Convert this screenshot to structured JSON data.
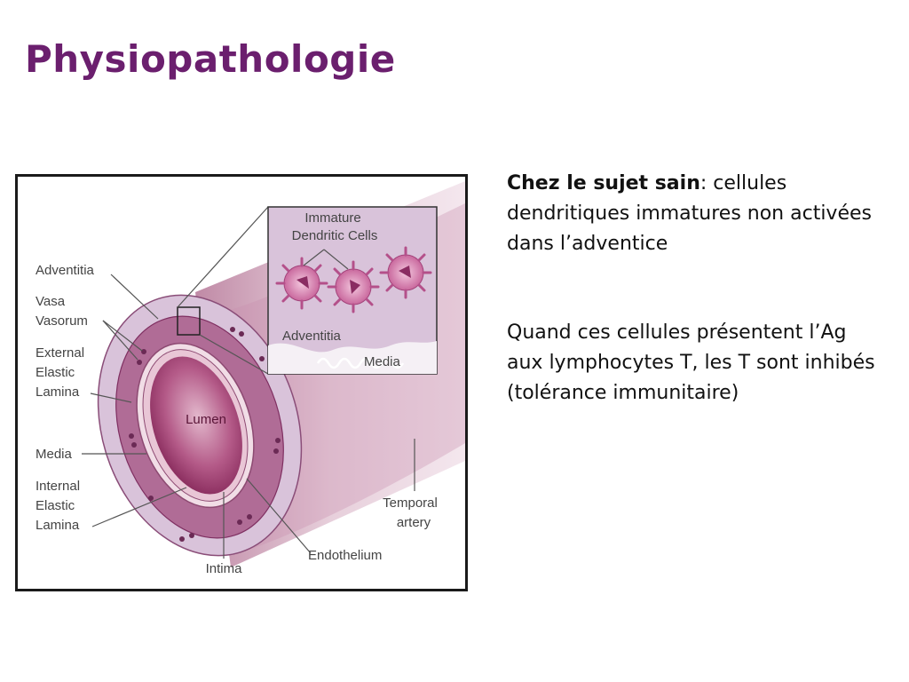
{
  "title": "Physiopathologie",
  "diagram": {
    "inset_title_line1": "Immature",
    "inset_title_line2": "Dendritic Cells",
    "inset_adventitia": "Adventitia",
    "inset_media": "Media",
    "labels": {
      "adventitia": "Adventitia",
      "vasa_line1": "Vasa",
      "vasa_line2": "Vasorum",
      "eel_line1": "External",
      "eel_line2": "Elastic",
      "eel_line3": "Lamina",
      "media": "Media",
      "iel_line1": "Internal",
      "iel_line2": "Elastic",
      "iel_line3": "Lamina",
      "intima": "Intima",
      "lumen": "Lumen",
      "endothelium": "Endothelium",
      "temporal_line1": "Temporal",
      "temporal_line2": "artery"
    },
    "colors": {
      "adventitia": "#d9c3da",
      "media": "#b06c96",
      "lumen": "#8f2b5f",
      "tube": "#d8b7c9"
    }
  },
  "text": {
    "p1_bold": "Chez le sujet sain",
    "p1_rest": ": cellules dendritiques immatures non activées dans l’adventice",
    "p2": "Quand ces cellules présentent l’Ag aux lymphocytes T, les T sont inhibés (tolérance immunitaire)"
  }
}
